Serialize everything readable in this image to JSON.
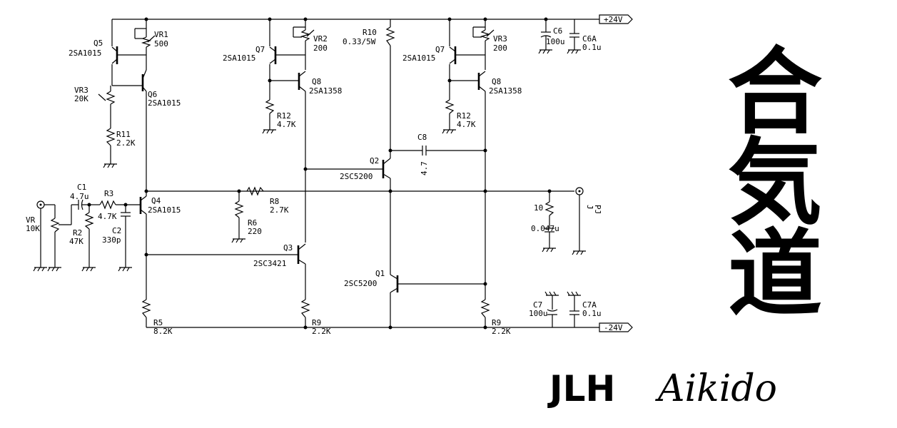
{
  "rails": {
    "positive": "+24V",
    "negative": "-24V"
  },
  "components": {
    "Q5": {
      "ref": "Q5",
      "part": "2SA1015"
    },
    "Q6": {
      "ref": "Q6",
      "part": "2SA1015"
    },
    "VR1": {
      "ref": "VR1",
      "value": "500"
    },
    "VR3a": {
      "ref": "VR3",
      "value": "20K"
    },
    "R11": {
      "ref": "R11",
      "value": "2.2K"
    },
    "Q7a": {
      "ref": "Q7",
      "part": "2SA1015"
    },
    "VR2": {
      "ref": "VR2",
      "value": "200"
    },
    "Q8a": {
      "ref": "Q8",
      "part": "2SA1358"
    },
    "R12a": {
      "ref": "R12",
      "value": "4.7K"
    },
    "R10": {
      "ref": "R10",
      "value": "0.33/5W"
    },
    "Q7b": {
      "ref": "Q7",
      "part": "2SA1015"
    },
    "VR3b": {
      "ref": "VR3",
      "value": "200"
    },
    "Q8b": {
      "ref": "Q8",
      "part": "2SA1358"
    },
    "R12b": {
      "ref": "R12",
      "value": "4.7K"
    },
    "C6": {
      "ref": "C6",
      "value": "100u"
    },
    "C6A": {
      "ref": "C6A",
      "value": "0.1u"
    },
    "C8": {
      "ref": "C8",
      "value": "4.7"
    },
    "Q2": {
      "ref": "Q2",
      "part": "2SC5200"
    },
    "VR": {
      "ref": "VR",
      "value": "10K"
    },
    "C1": {
      "ref": "C1",
      "value": "4.7u"
    },
    "R2": {
      "ref": "R2",
      "value": "47K"
    },
    "R3": {
      "ref": "R3",
      "value": "4.7K"
    },
    "C2": {
      "ref": "C2",
      "value": "330p"
    },
    "Q4": {
      "ref": "Q4",
      "part": "2SA1015"
    },
    "R8": {
      "ref": "R8",
      "value": "2.7K"
    },
    "R6": {
      "ref": "R6",
      "value": "220"
    },
    "Rz": {
      "ref": "",
      "value": "10"
    },
    "Cz": {
      "ref": "",
      "value": "0.047u"
    },
    "Jack": {
      "ref": "J",
      "value": "PJ"
    },
    "Q3": {
      "ref": "Q3",
      "part": "2SC3421"
    },
    "Q1": {
      "ref": "Q1",
      "part": "2SC5200"
    },
    "C7": {
      "ref": "C7",
      "value": "100u"
    },
    "C7A": {
      "ref": "C7A",
      "value": "0.1u"
    },
    "R5": {
      "ref": "R5",
      "value": "8.2K"
    },
    "R9a": {
      "ref": "R9",
      "value": "2.2K"
    },
    "R9b": {
      "ref": "R9",
      "value": "2.2K"
    }
  },
  "kanji": [
    "合",
    "気",
    "道"
  ],
  "title": {
    "bold": "JLH",
    "script": "Aikido"
  }
}
